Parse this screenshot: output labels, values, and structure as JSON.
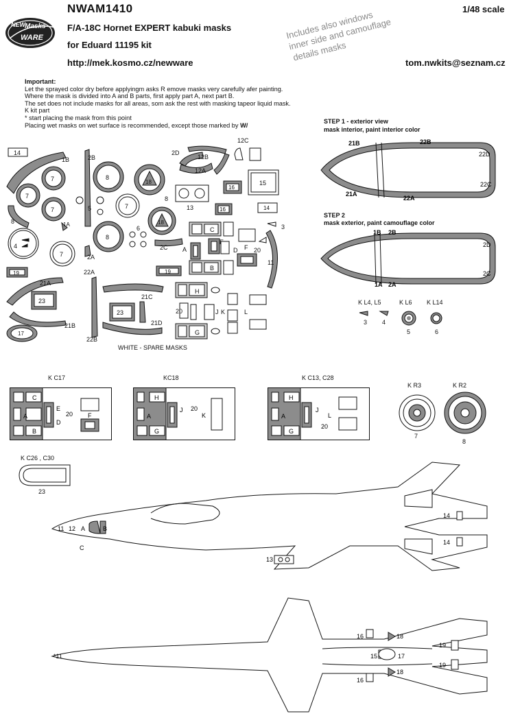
{
  "header": {
    "code": "NWAM1410",
    "scale": "1/48 scale",
    "product": "F/A-18C Hornet EXPERT  kabuki masks",
    "kit": "for Eduard 11195 kit",
    "url": "http://mek.kosmo.cz/newware",
    "email": "tom.nwkits@seznam.cz",
    "watermark_lines": [
      "Includes also windows",
      "inner side and camouflage",
      "details masks"
    ]
  },
  "logo": {
    "line1": "NEW",
    "line2": "Masks",
    "line3": "WARE"
  },
  "important": {
    "heading": "Important:",
    "lines": [
      "Let the sprayed color dry before applyingm asks R emove masks very carefully afer painting.",
      "Where the mask is divided into A and B parts, first apply part A, next part B.",
      "The set does not include masks for all areas, som ask the rest with masking tapeor liquid mask.",
      "K kit part",
      "* start placing the mask from this point",
      "Placing wet masks on wet surface is recommended, except those marked by"
    ]
  },
  "sheet": {
    "caption": "WHITE - SPARE MASKS"
  },
  "steps": {
    "step1_title": "STEP 1 - exterior view",
    "step1_sub": "mask interior, paint interior color",
    "step2_title": "STEP 2",
    "step2_sub": "mask exterior, paint camouflage color"
  },
  "kit_parts": {
    "kl": [
      "K L4, L5",
      "K L6",
      "K L14"
    ],
    "kl_nums": [
      "3",
      "4",
      "5",
      "6"
    ],
    "panels": [
      "K C17",
      "KC18",
      "K C13, C28"
    ],
    "kr": [
      "K R3",
      "K R2"
    ],
    "kr_nums": [
      "7",
      "8"
    ],
    "kc26": "K C26 , C30",
    "kc26_num": "23"
  },
  "colors": {
    "ink": "#111111",
    "mask_grey": "#8c8c8c",
    "light_grey": "#d0d0d0",
    "watermark": "#888888"
  }
}
